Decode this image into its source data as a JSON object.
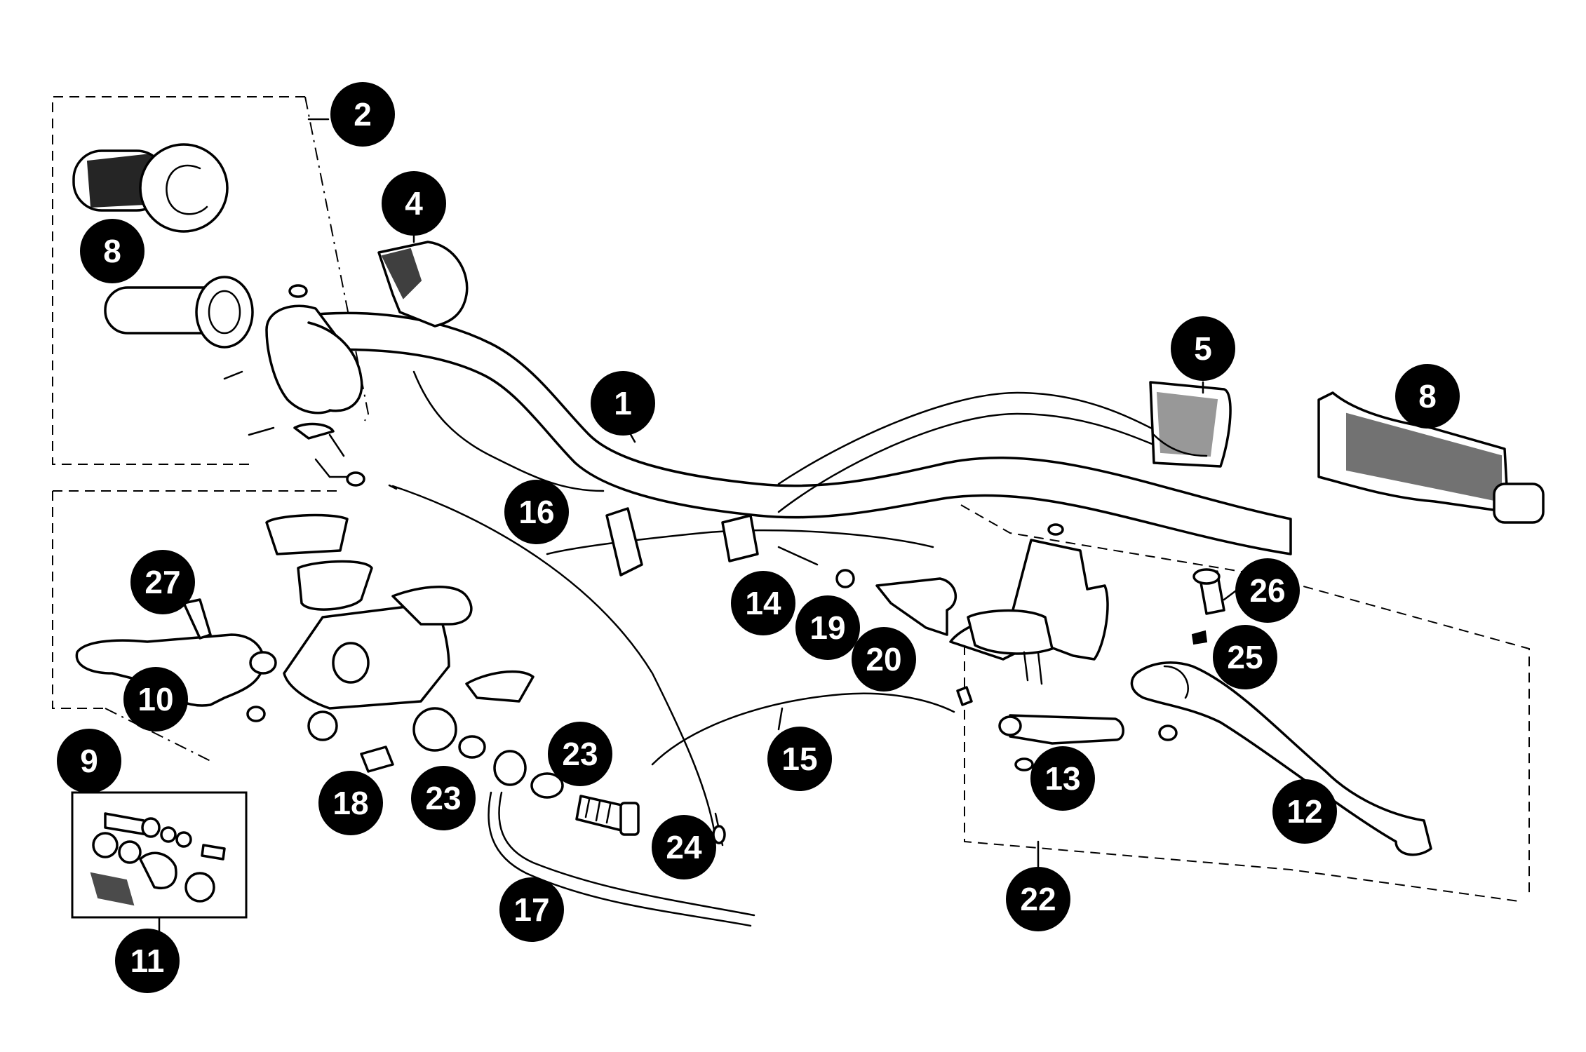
{
  "diagram": {
    "callouts": [
      {
        "id": "c2",
        "label": "2"
      },
      {
        "id": "c4",
        "label": "4"
      },
      {
        "id": "c8a",
        "label": "8"
      },
      {
        "id": "c1",
        "label": "1"
      },
      {
        "id": "c5",
        "label": "5"
      },
      {
        "id": "c8b",
        "label": "8"
      },
      {
        "id": "c16",
        "label": "16"
      },
      {
        "id": "c27",
        "label": "27"
      },
      {
        "id": "c14",
        "label": "14"
      },
      {
        "id": "c19",
        "label": "19"
      },
      {
        "id": "c20",
        "label": "20"
      },
      {
        "id": "c26",
        "label": "26"
      },
      {
        "id": "c25",
        "label": "25"
      },
      {
        "id": "c10",
        "label": "10"
      },
      {
        "id": "c9",
        "label": "9"
      },
      {
        "id": "c15",
        "label": "15"
      },
      {
        "id": "c23a",
        "label": "23"
      },
      {
        "id": "c23b",
        "label": "23"
      },
      {
        "id": "c18",
        "label": "18"
      },
      {
        "id": "c13",
        "label": "13"
      },
      {
        "id": "c12",
        "label": "12"
      },
      {
        "id": "c24",
        "label": "24"
      },
      {
        "id": "c17",
        "label": "17"
      },
      {
        "id": "c22",
        "label": "22"
      },
      {
        "id": "c11",
        "label": "11"
      }
    ]
  }
}
